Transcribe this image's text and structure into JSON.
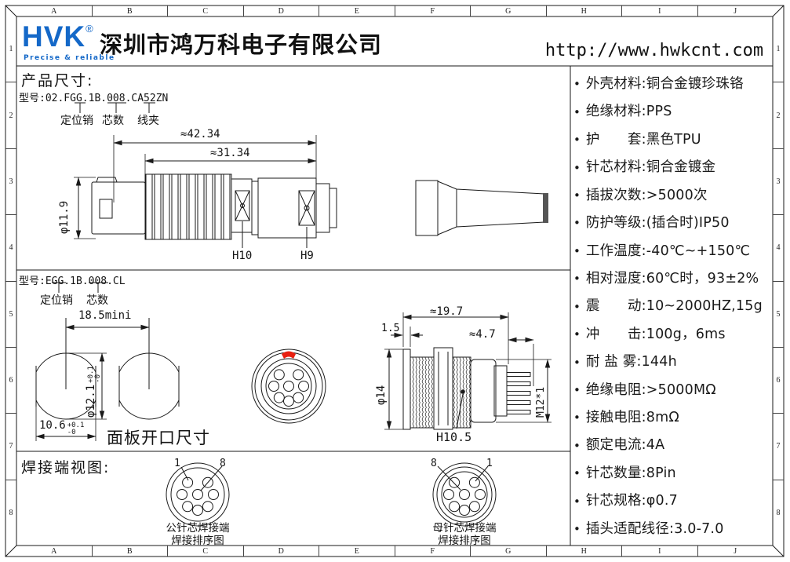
{
  "colors": {
    "line": "#1a1a1a",
    "accent_blue": "#1468c8",
    "marker_red": "#e82011"
  },
  "grid": {
    "cols": [
      "A",
      "B",
      "C",
      "D",
      "E",
      "F",
      "G",
      "H",
      "I",
      "J"
    ],
    "rows": [
      "1",
      "2",
      "3",
      "4",
      "5",
      "6",
      "7",
      "8"
    ]
  },
  "header": {
    "logo": "HVK",
    "registered": "®",
    "tagline": "Precise & reliable",
    "company": "深圳市鸿万科电子有限公司",
    "url": "http://www.hwkcnt.com"
  },
  "specs": {
    "bullet": "•",
    "items": [
      "外壳材料:铜合金镀珍珠铬",
      "绝缘材料:PPS",
      "护　　套:黑色TPU",
      "针芯材料:铜合金镀金",
      "插拔次数:>5000次",
      "防护等级:(插合时)IP50",
      "工作温度:-40℃~+150℃",
      "相对湿度:60℃时，93±2%",
      "震　　动:10~2000HZ,15g",
      "冲　　击:100g，6ms",
      "耐 盐 雾:144h",
      "绝缘电阻:>5000MΩ",
      "接触电阻:8mΩ",
      "额定电流:4A",
      "针芯数量:8Pin",
      "针芯规格:φ0.7",
      "插头适配线径:3.0-7.0"
    ]
  },
  "section1": {
    "title": "产品尺寸:",
    "model": "型号:02.FGG.1B.008.CA52ZN",
    "labels": [
      "定位销",
      "芯数",
      "线夹"
    ],
    "dims": {
      "overall": "≈42.34",
      "partial": "≈31.34",
      "diameter": "φ11.9",
      "hex1": "H10",
      "hex2": "H9"
    }
  },
  "section2": {
    "model": "型号:EGG.1B.008.CL",
    "labels": [
      "定位销",
      "芯数"
    ],
    "panel_caption": "面板开口尺寸",
    "dims": {
      "pitch": "18.5mini",
      "cutout_dia": "φ12.1",
      "cutout_dia_tol_plus": "+0.1",
      "cutout_dia_tol_minus": "-0",
      "cutout_width": "10.6",
      "cutout_width_tol_plus": "+0.1",
      "cutout_width_tol_minus": "-0",
      "plate_thk": "1.5",
      "socket_len": "≈19.7",
      "tail_len": "≈4.7",
      "flange_dia": "φ14",
      "thread": "M12*1",
      "hex": "H10.5"
    }
  },
  "section3": {
    "title": "焊接端视图:",
    "male": {
      "pin_first": "1",
      "pin_last": "8",
      "caption1": "公针芯焊接端",
      "caption2": "焊接排序图"
    },
    "female": {
      "pin_first": "1",
      "pin_last": "8",
      "caption1": "母针芯焊接端",
      "caption2": "焊接排序图"
    }
  }
}
